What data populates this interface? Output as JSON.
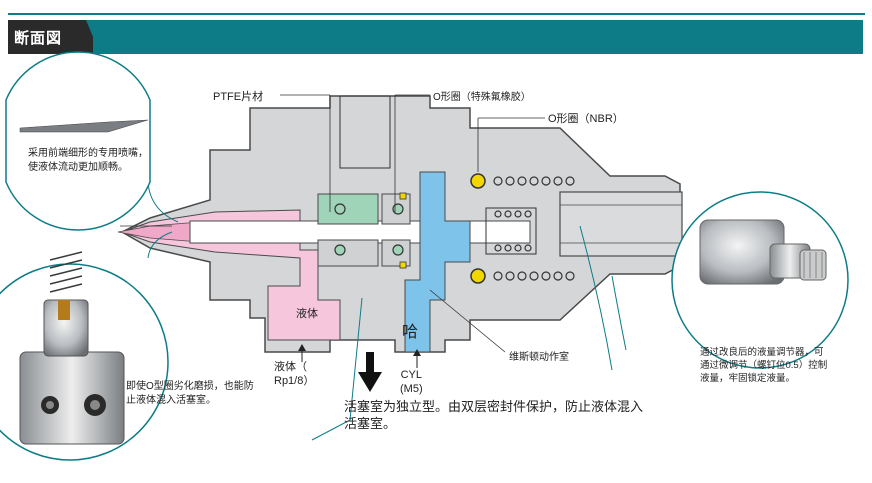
{
  "header": {
    "title": "断面図"
  },
  "labels": {
    "ptfe": "PTFE片材",
    "oring_special": "O形圈（特殊氟橡胶）",
    "oring_nbr": "O形圈（NBR）",
    "liquid_chamber": "液体",
    "cylinder_port": "哈",
    "liquid_port": "液体（\nRp1/8）",
    "cyl_port": "CYL\n(M5)",
    "drive_chamber": "维斯顿动作室"
  },
  "callouts": {
    "nozzle": "采用前端细形的专用喷嘴，\n使液体流动更加顺畅。",
    "oring_wear": "即使O型圈劣化磨损，也能防\n止液体混入活塞室。",
    "piston_chamber": "活塞室为独立型。由双层密封件保护，防止液体混入\n活塞室。",
    "regulator": "通过改良后的液量调节器，可\n通过微调节（螺钉位0.5）控制\n液量，牢固锁定液量。"
  },
  "colors": {
    "accent": "#0d7c86",
    "body_gray": "#d4d6d8",
    "liquid_pink": "#f5c6dc",
    "air_blue": "#7ec3ea",
    "oring_yellow": "#f2d600",
    "seal_green": "#9fd4b8"
  },
  "icons": [
    "down-arrow-icon",
    "up-arrow-icon"
  ]
}
